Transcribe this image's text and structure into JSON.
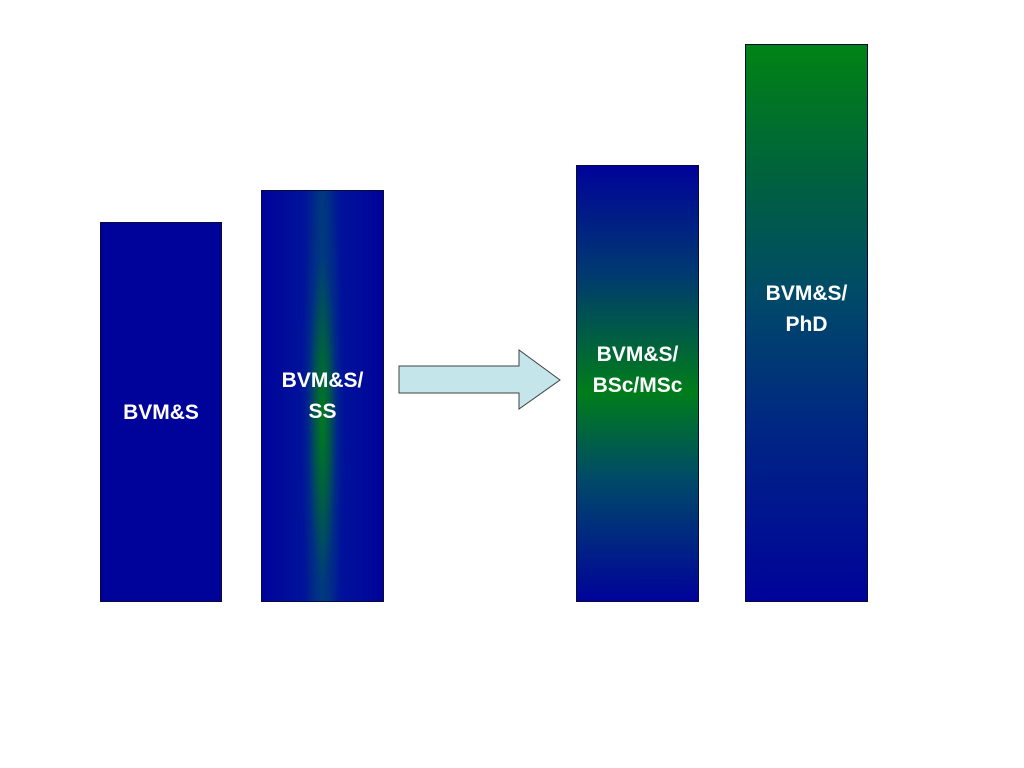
{
  "bars": [
    {
      "label": "BVM&S"
    },
    {
      "label": "BVM&S/\nSS"
    },
    {
      "label": "BVM&S/\nBSc/MSc"
    },
    {
      "label": "BVM&S/\nPhD"
    }
  ],
  "colors": {
    "blue": "#00039a",
    "green": "#007d1a",
    "arrow_fill": "#c4e6ea",
    "arrow_stroke": "#404040"
  }
}
